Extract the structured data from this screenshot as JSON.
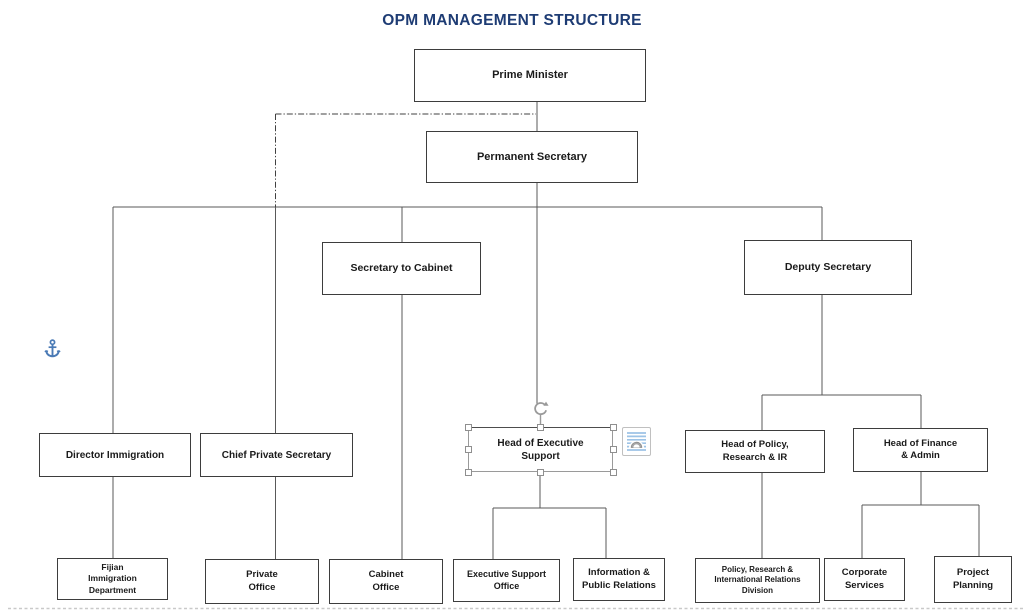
{
  "title": "OPM MANAGEMENT STRUCTURE",
  "colors": {
    "title_blue": "#1e3c74",
    "box_border": "#3d3d3d",
    "connector_gray": "#595959",
    "anchor_blue": "#4a7ab5",
    "layout_icon_blue": "#9dc3e6"
  },
  "nodes": {
    "prime_minister": {
      "label": "Prime Minister"
    },
    "permanent_secretary": {
      "label": "Permanent Secretary"
    },
    "secretary_to_cabinet": {
      "label": "Secretary to Cabinet"
    },
    "deputy_secretary": {
      "label": "Deputy Secretary"
    },
    "director_immigration": {
      "label": "Director Immigration"
    },
    "chief_private_secretary": {
      "label": "Chief Private Secretary"
    },
    "head_of_executive_support": {
      "label": "Head of Executive\nSupport",
      "selected": true
    },
    "head_of_policy_research_ir": {
      "label": "Head of Policy,\nResearch & IR"
    },
    "head_of_finance_admin": {
      "label": "Head of Finance\n& Admin"
    },
    "fijian_immigration_department": {
      "label": "Fijian\nImmigration\nDepartment"
    },
    "private_office": {
      "label": "Private\nOffice"
    },
    "cabinet_office": {
      "label": "Cabinet\nOffice"
    },
    "executive_support_office": {
      "label": "Executive Support\nOffice"
    },
    "information_public_relations": {
      "label": "Information &\nPublic Relations"
    },
    "policy_research_international_relations_division": {
      "label": "Policy, Research &\nInternational Relations\nDivision"
    },
    "corporate_services": {
      "label": "Corporate\nServices"
    },
    "project_planning": {
      "label": "Project\nPlanning"
    }
  },
  "icons": {
    "object_anchor": "anchor-icon",
    "rotation_handle": "rotate-icon",
    "layout_options": "layout-options-icon"
  }
}
